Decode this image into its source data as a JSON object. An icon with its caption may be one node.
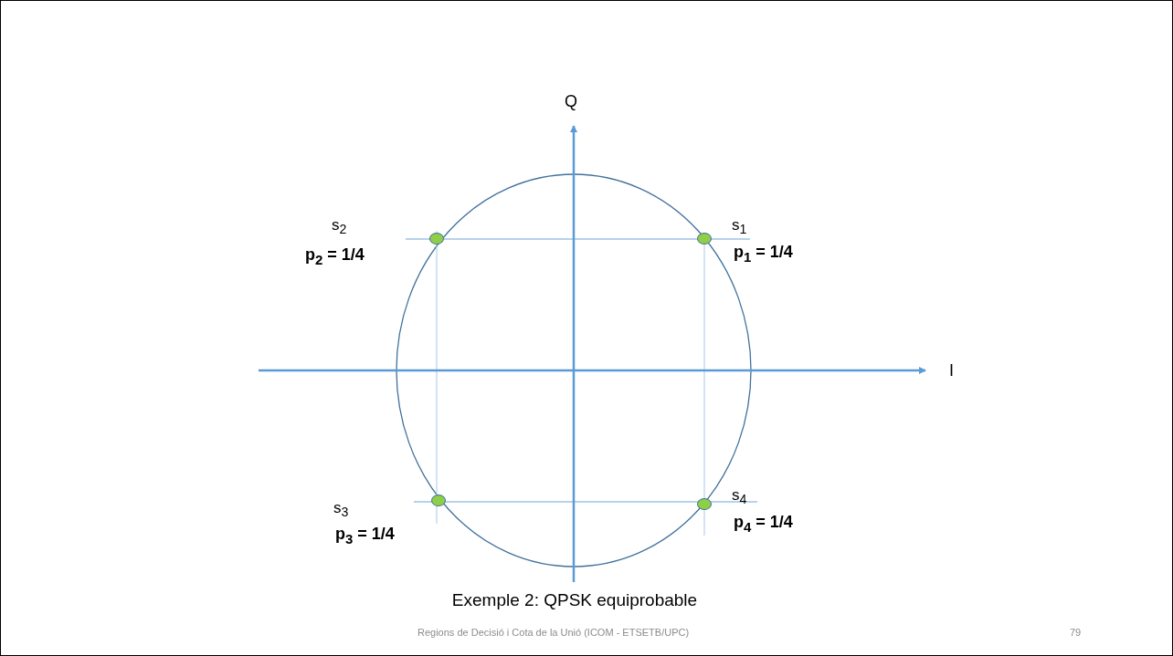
{
  "diagram": {
    "caption": "Exemple 2: QPSK equiprobable",
    "nodes": [
      {
        "text": [],
        "shape": "circle",
        "beside": [
          "s$_{1}$",
          "p$_{1}$ = 1/4"
        ]
      },
      {
        "text": [],
        "shape": "circle",
        "beside": [
          "s$_{2}$",
          "p$_{2}$ = 1/4"
        ]
      },
      {
        "text": [],
        "shape": "circle",
        "beside": [
          "s$_{3}$",
          "p$_{3}$ = 1/4"
        ]
      },
      {
        "text": [],
        "shape": "circle",
        "beside": [
          "s$_{4}$",
          "p$_{4}$ = 1/4"
        ]
      }
    ],
    "labels": [
      "Q",
      "I",
      "Regions de Decisió i Cota de la Unió (ICOM - ETSETB/UPC)",
      "79"
    ]
  }
}
